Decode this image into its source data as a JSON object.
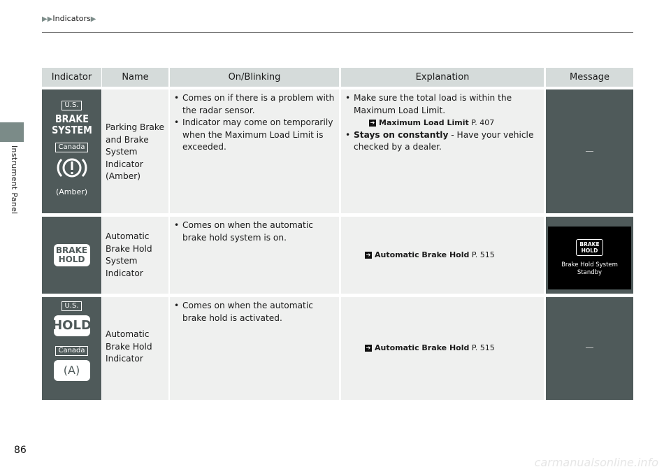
{
  "breadcrumb": {
    "section": "Indicators"
  },
  "side_tab": {
    "label": "Instrument Panel"
  },
  "page_number": "86",
  "watermark": "carmanualsonline.info",
  "table": {
    "headers": [
      "Indicator",
      "Name",
      "On/Blinking",
      "Explanation",
      "Message"
    ],
    "rows": [
      {
        "icon_us_tag": "U.S.",
        "icon_us_text_1": "BRAKE",
        "icon_us_text_2": "SYSTEM",
        "icon_ca_tag": "Canada",
        "icon_note": "(Amber)",
        "name": "Parking Brake and Brake System Indicator (Amber)",
        "on": [
          "Comes on if there is a problem with the radar sensor.",
          "Indicator may come on temporarily when the Maximum Load Limit is exceeded."
        ],
        "explanation_1": "Make sure the total load is within the Maximum Load Limit.",
        "xref_title": "Maximum Load Limit",
        "xref_page": "P. 407",
        "explanation_2_bold": "Stays on constantly",
        "explanation_2": " - Have your vehicle checked by a dealer.",
        "message": "—"
      },
      {
        "icon_text_1": "BRAKE",
        "icon_text_2": "HOLD",
        "name": "Automatic Brake Hold System Indicator",
        "on": [
          "Comes on when the automatic brake hold system is on."
        ],
        "xref_title": "Automatic Brake Hold",
        "xref_page": "P. 515",
        "message_icon_1": "BRAKE",
        "message_icon_2": "HOLD",
        "message_line_1": "Brake Hold System",
        "message_line_2": "Standby"
      },
      {
        "icon_us_tag": "U.S.",
        "icon_us_text": "HOLD",
        "icon_ca_tag": "Canada",
        "icon_ca_text": "(A)",
        "name": "Automatic Brake Hold Indicator",
        "on": [
          "Comes on when the automatic brake hold is activated."
        ],
        "xref_title": "Automatic Brake Hold",
        "xref_page": "P. 515",
        "message": "—"
      }
    ]
  }
}
